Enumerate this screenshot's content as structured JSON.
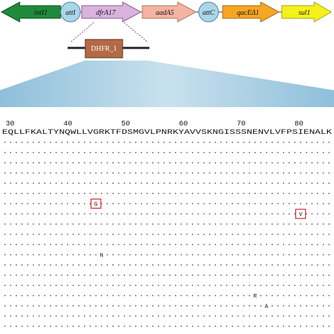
{
  "genes": [
    {
      "label": "intI1",
      "shape": "arrow-left",
      "color": "#1f8a3a"
    },
    {
      "label": "attI",
      "shape": "circle",
      "color": "#a9d6e8"
    },
    {
      "label": "dfrA17",
      "shape": "arrow-right",
      "color": "#d9b3dd"
    },
    {
      "label": "aadA5",
      "shape": "arrow-right",
      "color": "#f4b3a3"
    },
    {
      "label": "attC",
      "shape": "circle",
      "color": "#a9d6e8"
    },
    {
      "label": "qacEΔ1",
      "shape": "arrow-right",
      "color": "#f5a623"
    },
    {
      "label": "sul1",
      "shape": "arrow-right",
      "color": "#f4f21a"
    }
  ],
  "domain": {
    "label": "DHFR_1",
    "color": "#b36a45"
  },
  "alignment": {
    "positions": [
      "30",
      "40",
      "50",
      "60",
      "70",
      "80"
    ],
    "reference": "EQLLFKALTYNQWLLVGRKTFDSMGVLPNRKYAVVSKNGISSSNENVLVFPSIENALK",
    "row_count": 19,
    "mutations": [
      {
        "row": 6,
        "col": 16,
        "residue": "G",
        "boxed": true,
        "box_color": "#d62020"
      },
      {
        "row": 7,
        "col": 52,
        "residue": "V",
        "boxed": true,
        "box_color": "#d62020"
      },
      {
        "row": 11,
        "col": 17,
        "residue": "N",
        "boxed": false
      },
      {
        "row": 15,
        "col": 44,
        "residue": "R",
        "boxed": false
      },
      {
        "row": 16,
        "col": 46,
        "residue": "A",
        "boxed": false
      }
    ]
  }
}
